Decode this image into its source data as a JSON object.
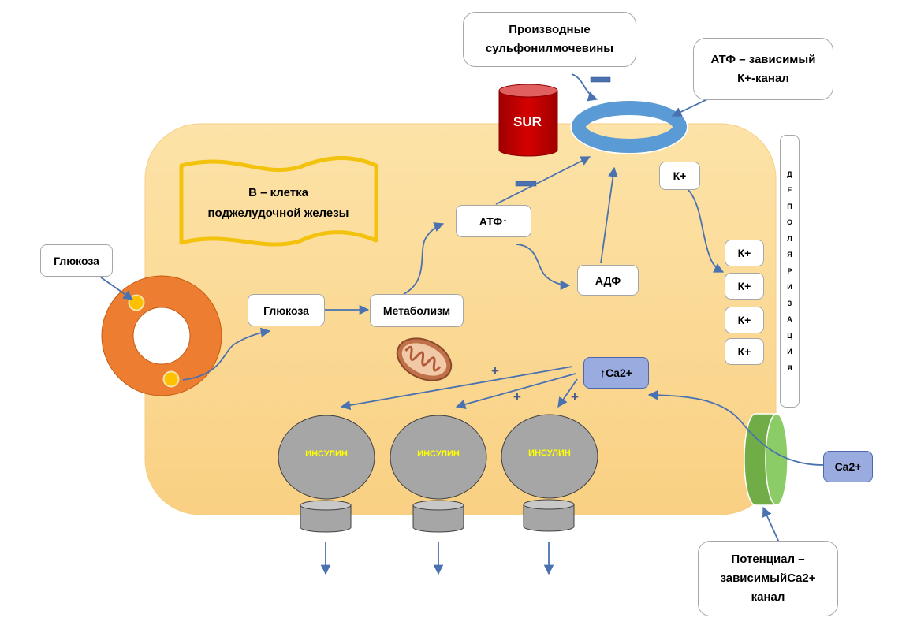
{
  "cell": {
    "label_line1": "В – клетка",
    "label_line2": "поджелудочной железы",
    "fill": "#fbd78f",
    "banner_stroke": "#f3c20c"
  },
  "boxes": {
    "sulfonylurea_line1": "Производные",
    "sulfonylurea_line2": "сульфонилмочевины",
    "katp_line1": "АТФ – зависимый",
    "katp_line2": "К+-канал",
    "vdcc_line1": "Потенциал –",
    "vdcc_line2": "зависимыйCa2+",
    "vdcc_line3": "канал",
    "glucose_outside": "Глюкоза",
    "glucose_inside": "Глюкоза",
    "metabolism": "Метаболизм",
    "atp": "АТФ↑",
    "adp": "АДФ",
    "k_plus_top": "К+",
    "k_plus_stack": [
      "К+",
      "К+",
      "К+",
      "К+"
    ],
    "ca_inside": "↑Ca2+",
    "ca_outside": "Ca2+"
  },
  "depolarization_letters": [
    "Д",
    "Е",
    "П",
    "О",
    "Л",
    "Я",
    "Р",
    "И",
    "З",
    "А",
    "Ц",
    "И",
    "Я"
  ],
  "sur_label": "SUR",
  "insulin_labels": [
    "ИНСУЛИН",
    "ИНСУЛИН",
    "ИНСУЛИН"
  ],
  "signs": {
    "minus": "−",
    "plus": "+"
  },
  "icons": [
    "glut-transporter-ring",
    "glucose-molecule",
    "mitochondrion-icon",
    "sur-receptor-cylinder",
    "k-atp-channel-ring",
    "ca-channel-cylinder",
    "insulin-granule"
  ],
  "colors": {
    "arrow": "#4a72b0",
    "glut": "#ed7d31",
    "glucose_dot": "#ffc000",
    "sur": "#c00000",
    "katp": "#5b9bd5",
    "ca_channel": "#70ad47",
    "granule": "#a6a6a6",
    "insulin_text": "#ffff00",
    "minus_sign": "#4a72b0"
  }
}
